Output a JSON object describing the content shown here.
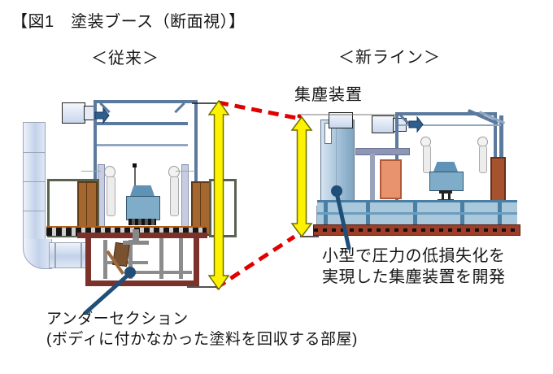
{
  "title": "【図1　塗装ブース（断面視）】",
  "left_diagram": {
    "label": "＜従来＞",
    "callout_line1": "アンダーセクション",
    "callout_line2": "(ボディに付かなかった塗料を回収する部屋)"
  },
  "right_diagram": {
    "label": "＜新ライン＞",
    "device_label": "集塵装置",
    "callout_line1": "小型で圧力の低損失化を",
    "callout_line2": "実現した集塵装置を開発"
  },
  "colors": {
    "height_arrow_fill": "#fff200",
    "height_arrow_outline": "#6e6e00",
    "comparison_dash_red": "#e00000",
    "callout_blue": "#1f4e79",
    "frame_steel_blue": "#5c7a9e",
    "under_section_wall": "#7b322a",
    "car_body_blue": "#7fadc9",
    "duct_light_blue": "#c3d2ea",
    "wood_panel_brown": "#a4672f",
    "salmon_panel": "#e8926e",
    "base_brown": "#9e3d28",
    "inflow_arrow_blue": "#2e5f8f"
  }
}
